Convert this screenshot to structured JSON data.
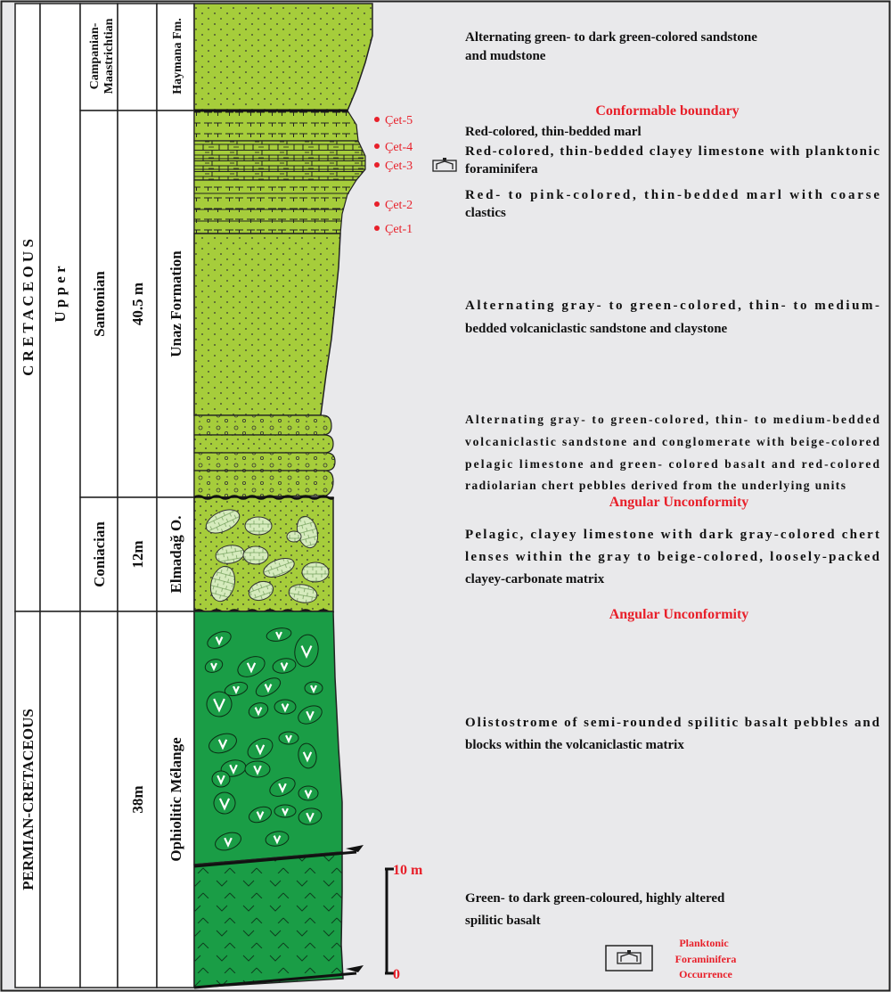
{
  "columns": {
    "system": {
      "cretaceous": "C R E T A C E O U S",
      "permian": "PERMIAN-CRETACEOUS"
    },
    "series": {
      "upper": "U p p e r"
    },
    "stage": {
      "campanian": [
        "Campanian-",
        "Maastrichtian"
      ],
      "santonian": "Santonian",
      "coniacian": "Coniacian"
    },
    "thickness": {
      "unaz": "40.5 m",
      "elmadag": "12m",
      "ophiolite": "38m"
    },
    "formation": {
      "haymana": "Haymana Fm.",
      "unaz": "Unaz  Formation",
      "elmadag": "Elmadağ O.",
      "ophiolite": "Ophiolitic Mélange"
    }
  },
  "samples": [
    "Çet-5",
    "Çet-4",
    "Çet-3",
    "Çet-2",
    "Çet-1"
  ],
  "boundaries": {
    "conformable": "Conformable boundary",
    "angular1": "Angular Unconformity",
    "angular2": "Angular Unconformity"
  },
  "descriptions": {
    "haymana": [
      "Alternating green- to dark green-colored sandstone",
      "and mudstone"
    ],
    "marl1": [
      "Red-colored, thin-bedded marl"
    ],
    "limestone": [
      "Red-colored, thin-bedded clayey limestone with planktonic",
      "foraminifera"
    ],
    "marl2": [
      "Red- to pink-colored, thin-bedded marl with coarse",
      "clastics"
    ],
    "sandstone": [
      "Alternating gray- to green-colored, thin- to medium-",
      "bedded volcaniclastic sandstone and claystone"
    ],
    "conglomerate": [
      "Alternating gray- to green-colored, thin- to medium-bedded",
      "volcaniclastic sandstone and conglomerate with beige-colored",
      "pelagic limestone and green- colored basalt and red-colored",
      "radiolarian chert pebbles derived from the underlying units"
    ],
    "elmadag": [
      "Pelagic, clayey limestone with dark gray-colored chert",
      "lenses within the gray to beige-colored, loosely-packed",
      "clayey-carbonate matrix"
    ],
    "olistostrome": [
      "Olistostrome of semi-rounded spilitic basalt pebbles and",
      "blocks within the volcaniclastic matrix"
    ],
    "basalt": [
      "Green- to dark green-coloured, highly altered",
      "spilitic basalt"
    ]
  },
  "scale": {
    "top": "10 m",
    "bottom": "0"
  },
  "legend": [
    "Planktonic",
    "Foraminifera",
    "Occurrence"
  ],
  "colors": {
    "lightGreen": "#a6cd3b",
    "darkGreen": "#1a9d46",
    "background": "#e9e9eb",
    "accent": "#e8202a"
  }
}
